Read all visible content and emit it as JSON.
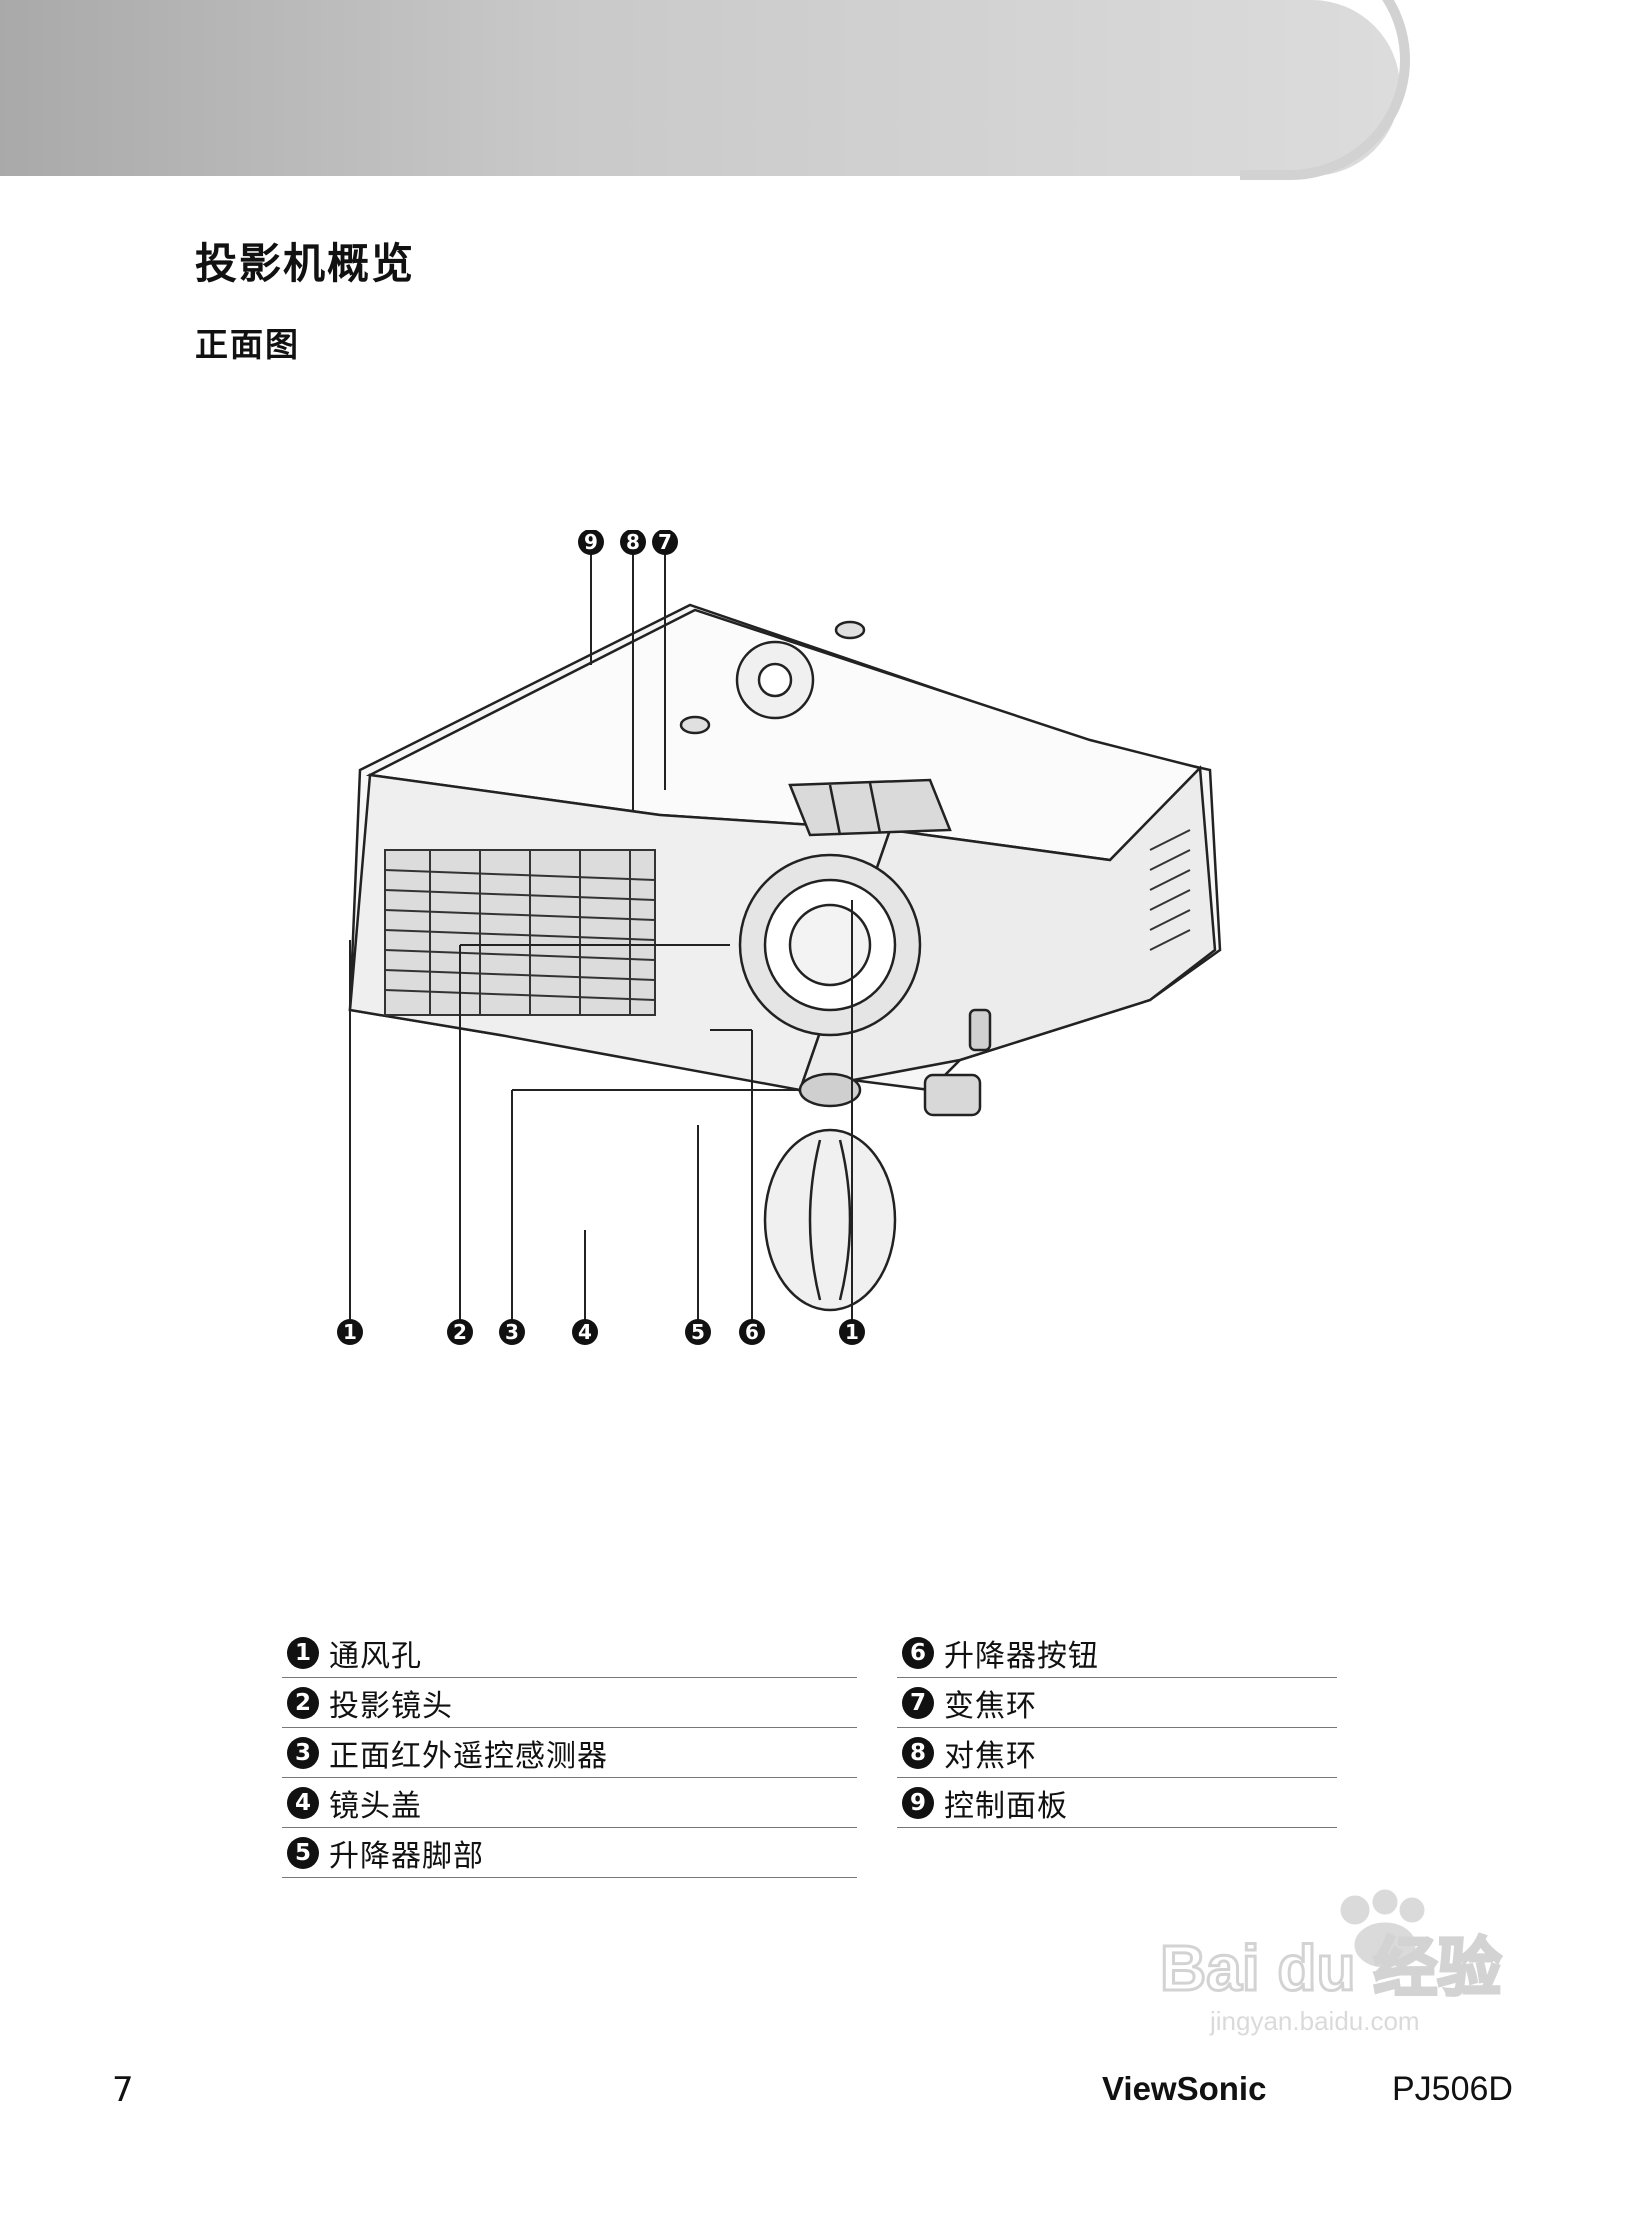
{
  "header": {
    "page_title": "投影机概览",
    "section_title": "正面图"
  },
  "figure": {
    "callouts_top": [
      "9",
      "8",
      "7"
    ],
    "callouts_bottom": [
      "1",
      "2",
      "3",
      "4",
      "5",
      "6",
      "1"
    ]
  },
  "legend": {
    "left": [
      {
        "num": "1",
        "label": "通风孔"
      },
      {
        "num": "2",
        "label": "投影镜头"
      },
      {
        "num": "3",
        "label": "正面红外遥控感测器"
      },
      {
        "num": "4",
        "label": "镜头盖"
      },
      {
        "num": "5",
        "label": "升降器脚部"
      }
    ],
    "right": [
      {
        "num": "6",
        "label": "升降器按钮"
      },
      {
        "num": "7",
        "label": "变焦环"
      },
      {
        "num": "8",
        "label": "对焦环"
      },
      {
        "num": "9",
        "label": "控制面板"
      }
    ]
  },
  "footer": {
    "page_number": "7",
    "brand": "ViewSonic",
    "model": "PJ506D"
  },
  "watermark": {
    "text": "Bai du 经验",
    "url_text": "jingyan.baidu.com"
  }
}
